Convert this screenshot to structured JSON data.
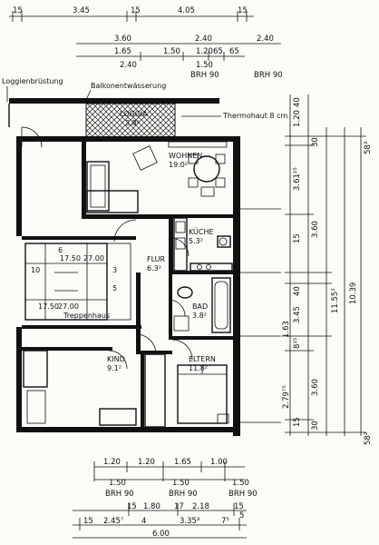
{
  "top_dims": {
    "row1": [
      "15",
      "3.45",
      "15",
      "4.05",
      "15"
    ],
    "row2": [
      "3.60",
      "2.40",
      "2.40"
    ],
    "row3": [
      "1.65",
      "1.50",
      "1.20",
      "65",
      "65"
    ],
    "row4": [
      "2.40",
      "1.50",
      "BRH 90",
      "BRH 90"
    ]
  },
  "labels": {
    "loggia_rail": "Loggienbrüstung",
    "balcony_drain": "Balkonentwässerung",
    "thermohaut": "Thermohaut 8 cm",
    "stair": "Treppenhaus"
  },
  "rooms": {
    "loggia": {
      "name": "LOGGIA",
      "area": "3.8²"
    },
    "wohnen": {
      "name": "WOHNEN",
      "area": "19.0²"
    },
    "kueche": {
      "name": "KÜCHE",
      "area": "5.3²"
    },
    "flur": {
      "name": "FLUR",
      "area": "6.3²"
    },
    "bad": {
      "name": "BAD",
      "area": "3.8²"
    },
    "eltern": {
      "name": "ELTERN",
      "area": "11.8²"
    },
    "kind": {
      "name": "KIND",
      "area": "9.1²"
    }
  },
  "stair_dims": [
    "6",
    "17.50",
    "27.00",
    "17.50",
    "27.00",
    "10",
    "3",
    "5"
  ],
  "right_dims": {
    "col1": [
      "1.20",
      "40",
      "3.61²⁵",
      "15",
      "40",
      "3.45",
      "8¹⁵",
      "1.63",
      "2.79⁷⁵",
      "15"
    ],
    "col2": [
      "30",
      "3.60",
      "3.60",
      "30"
    ],
    "col3": [
      "11.55⁵",
      "10.39"
    ],
    "col4": [
      "58³",
      "58²"
    ]
  },
  "bottom_dims": {
    "row1": [
      "1.20",
      "1.20",
      "1.65",
      "1.00"
    ],
    "row2": [
      "1.50",
      "1.50",
      "1.50"
    ],
    "row3": [
      "BRH 90",
      "BRH 90",
      "BRH 90"
    ],
    "row4": [
      "15",
      "1.80",
      "17",
      "2.18",
      "15"
    ],
    "row5": [
      "15",
      "2.45⁷",
      "4",
      "3.35³",
      "7⁵",
      "5"
    ],
    "row6": [
      "6.00"
    ]
  }
}
